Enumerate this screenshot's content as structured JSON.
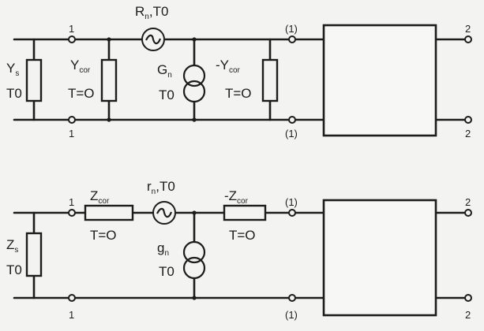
{
  "top_circuit": {
    "port_left_top": "1",
    "port_left_bottom": "1",
    "port_mid_top": "(1)",
    "port_mid_bottom": "(1)",
    "port_right_top": "2",
    "port_right_bottom": "2",
    "ys_main": "Y",
    "ys_sub": "s",
    "ys_temp": "T0",
    "ycor_main": "Y",
    "ycor_sub": "cor",
    "ycor_temp": "T=O",
    "rn_main": "R",
    "rn_sub": "n",
    "rn_rest": ",T0",
    "gn_main": "G",
    "gn_sub": "n",
    "gn_temp": "T0",
    "nycor_main": "-Y",
    "nycor_sub": "cor",
    "nycor_temp": "T=O"
  },
  "bottom_circuit": {
    "port_left_top": "1",
    "port_left_bottom": "1",
    "port_mid_top": "(1)",
    "port_mid_bottom": "(1)",
    "port_right_top": "2",
    "port_right_bottom": "2",
    "zs_main": "Z",
    "zs_sub": "s",
    "zs_temp": "T0",
    "zcor_main": "Z",
    "zcor_sub": "cor",
    "zcor_temp": "T=O",
    "rn_main": "r",
    "rn_sub": "n",
    "rn_rest": ",T0",
    "gn_main": "g",
    "gn_sub": "n",
    "gn_temp": "T0",
    "nzcor_main": "-Z",
    "nzcor_sub": "cor",
    "nzcor_temp": "T=O"
  }
}
